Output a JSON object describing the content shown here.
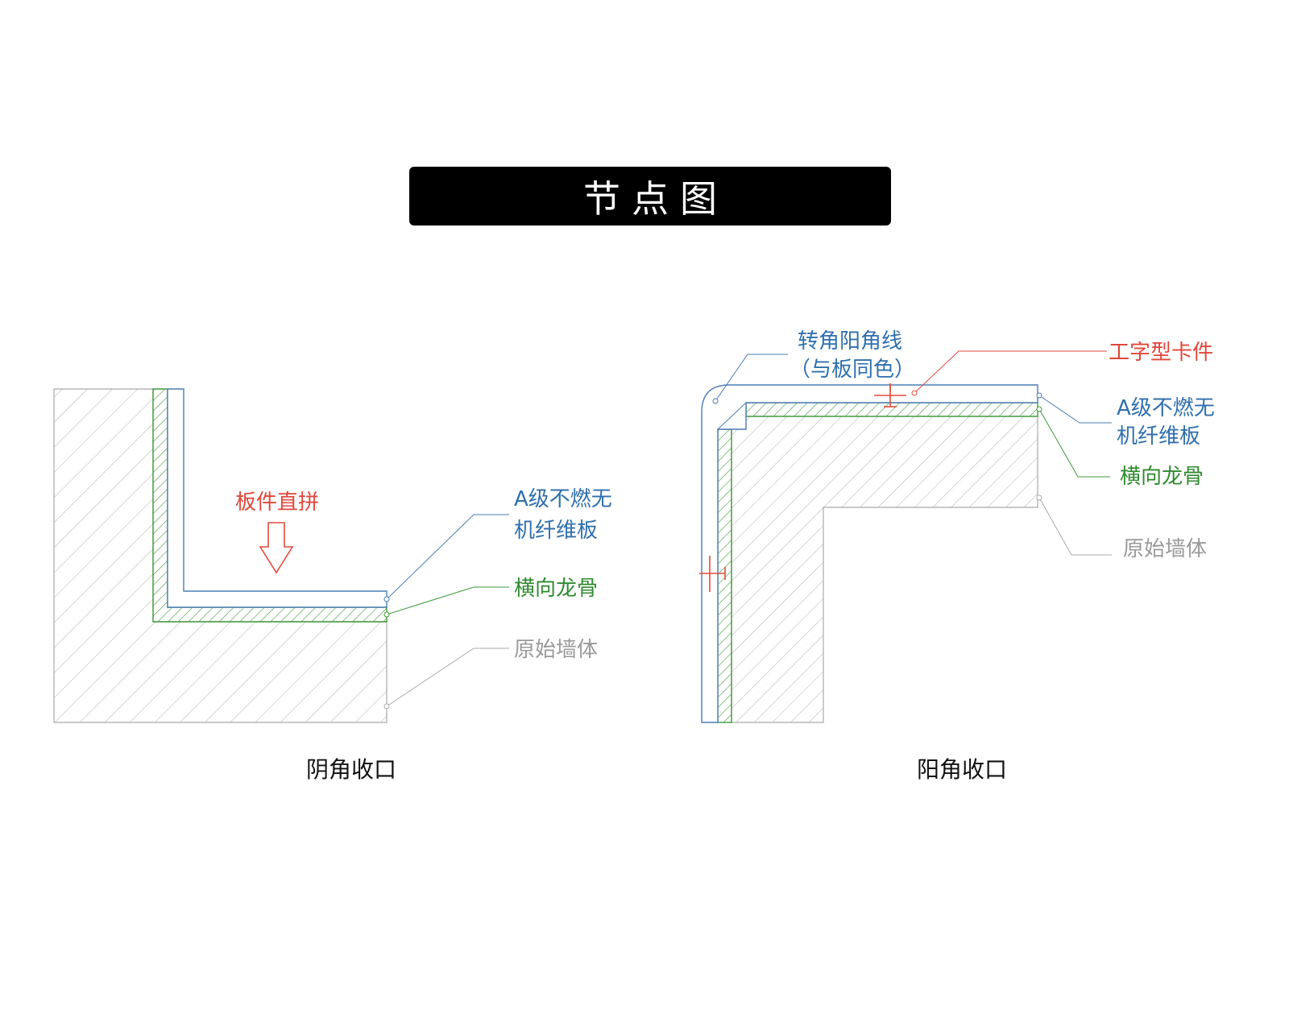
{
  "title": "节点图",
  "colors": {
    "panel": "#4a7db5",
    "keel": "#3f9a3a",
    "wall": "#a9a9a9",
    "clip": "#e04b3c",
    "label_blue": "#2f6fae",
    "label_green": "#2f8a2f",
    "label_gray": "#9a9a9a",
    "label_red": "#e0473a"
  },
  "left_detail": {
    "caption": "阴角收口",
    "arrow_label": "板件直拼",
    "panel_label_1": "A级不燃无",
    "panel_label_2": "机纤维板",
    "keel_label": "横向龙骨",
    "wall_label": "原始墙体"
  },
  "right_detail": {
    "caption": "阳角收口",
    "corner_label_1": "转角阳角线",
    "corner_label_2": "（与板同色）",
    "clip_label": "工字型卡件",
    "panel_label_1": "A级不燃无",
    "panel_label_2": "机纤维板",
    "keel_label": "横向龙骨",
    "wall_label": "原始墙体"
  }
}
